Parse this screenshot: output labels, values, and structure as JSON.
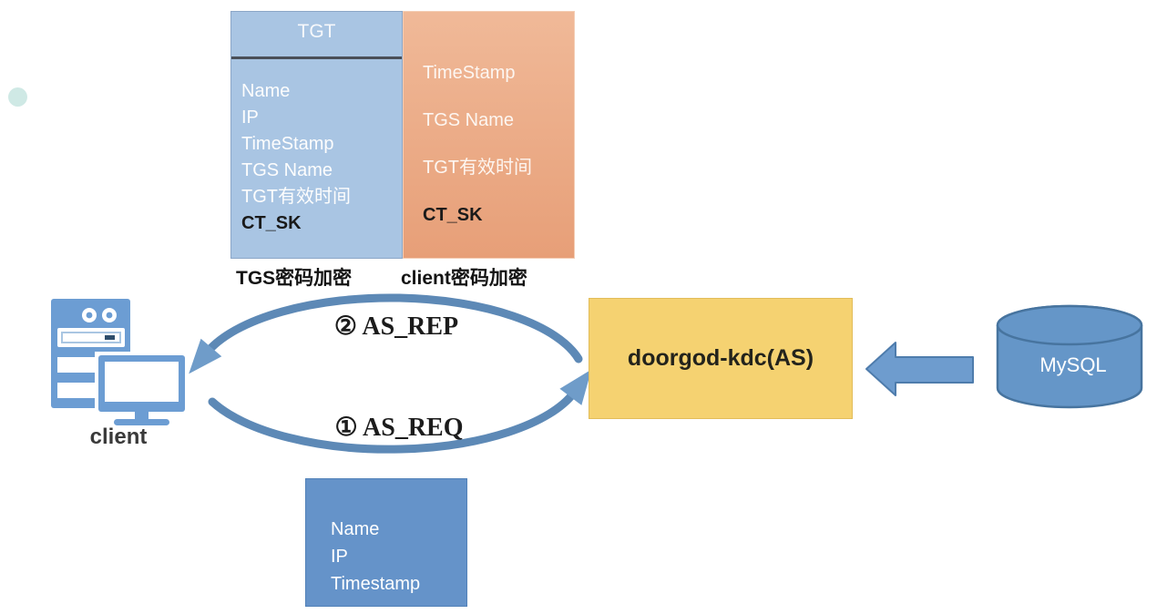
{
  "tgt_box": {
    "title": "TGT",
    "fields": [
      "Name",
      "IP",
      "TimeStamp",
      "TGS Name",
      "TGT有效时间"
    ],
    "key_field": "CT_SK",
    "caption": "TGS密码加密"
  },
  "enc_box": {
    "fields": [
      "TimeStamp",
      "TGS Name",
      "TGT有效时间"
    ],
    "key_field": "CT_SK",
    "caption": "client密码加密"
  },
  "client": {
    "label": "client"
  },
  "flows": {
    "as_rep": "② AS_REP",
    "as_req": "① AS_REQ"
  },
  "kdc": {
    "label": "doorgod-kdc(AS)"
  },
  "database": {
    "label": "MySQL"
  },
  "request_box": {
    "fields": [
      "Name",
      "IP",
      "Timestamp"
    ]
  },
  "colors": {
    "tgt_box_fill": "#a9c5e3",
    "enc_box_fill_top": "#f0b998",
    "enc_box_fill_bottom": "#e79f78",
    "kdc_fill": "#f5d271",
    "request_box_fill": "#6593c9",
    "icon_blue": "#6c9dd3",
    "arrow_blue": "#5d89b6",
    "decorative_dot": "#cfe9e5"
  }
}
